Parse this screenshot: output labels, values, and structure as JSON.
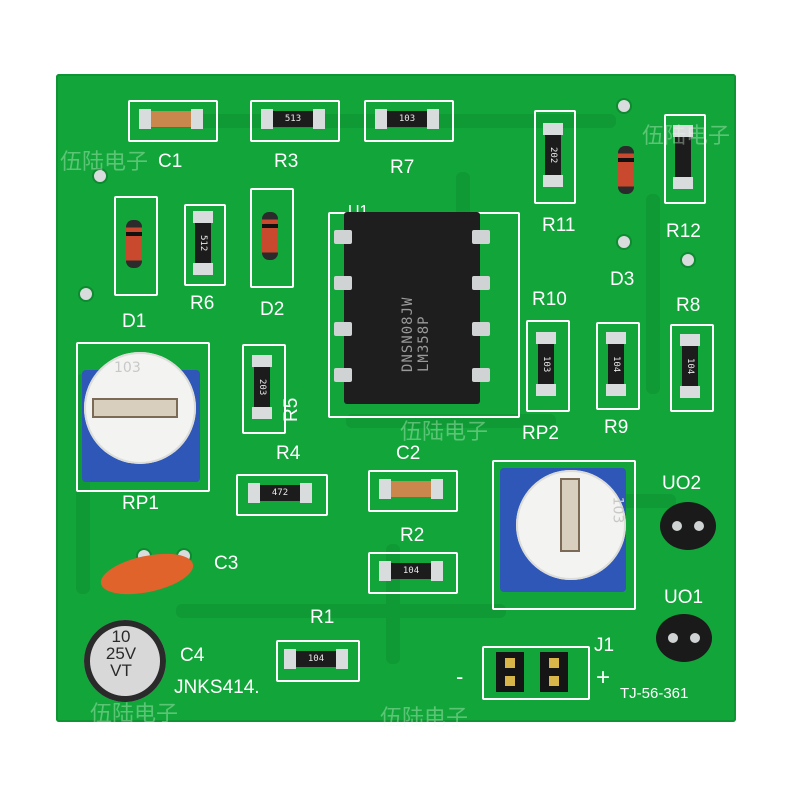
{
  "labels": {
    "c1": "C1",
    "r3": "R3",
    "r7": "R7",
    "r11": "R11",
    "r12": "R12",
    "d1": "D1",
    "r6": "R6",
    "d2": "D2",
    "d3": "D3",
    "u1": "U1",
    "r10": "R10",
    "r8": "R8",
    "r9": "R9",
    "r5": "R5",
    "rp1": "RP1",
    "rp2": "RP2",
    "r4": "R4",
    "c2": "C2",
    "r2": "R2",
    "c3": "C3",
    "r1": "R1",
    "c4": "C4",
    "uo1": "UO1",
    "uo2": "UO2",
    "j1": "J1",
    "minus": "-",
    "plus": "+",
    "board_name": "JNKS414.",
    "board_code": "TJ-56-361"
  },
  "codes": {
    "r3": "513",
    "r7": "103",
    "r11": "202",
    "r6": "512",
    "r10": "103",
    "r9": "104",
    "r8": "104",
    "r5": "203",
    "r4": "472",
    "r2": "104",
    "r1": "104",
    "rp1": "103",
    "rp2": "103"
  },
  "chip": {
    "marking": "DNSN08JW LM358P"
  },
  "capacitor_c4": {
    "line1": "10",
    "line2": "25V",
    "line3": "VT"
  },
  "watermarks": [
    "伍陆电子",
    "伍陆电子",
    "伍陆电子",
    "伍陆电子",
    "伍陆电子"
  ],
  "colors": {
    "board": "#12a53a",
    "silkscreen": "#ffffff",
    "chip": "#1e1e1e",
    "pot_base": "#2e57b7",
    "ceramic_cap": "#e0632b",
    "electrolytic_cap": "#2a2a2a"
  }
}
